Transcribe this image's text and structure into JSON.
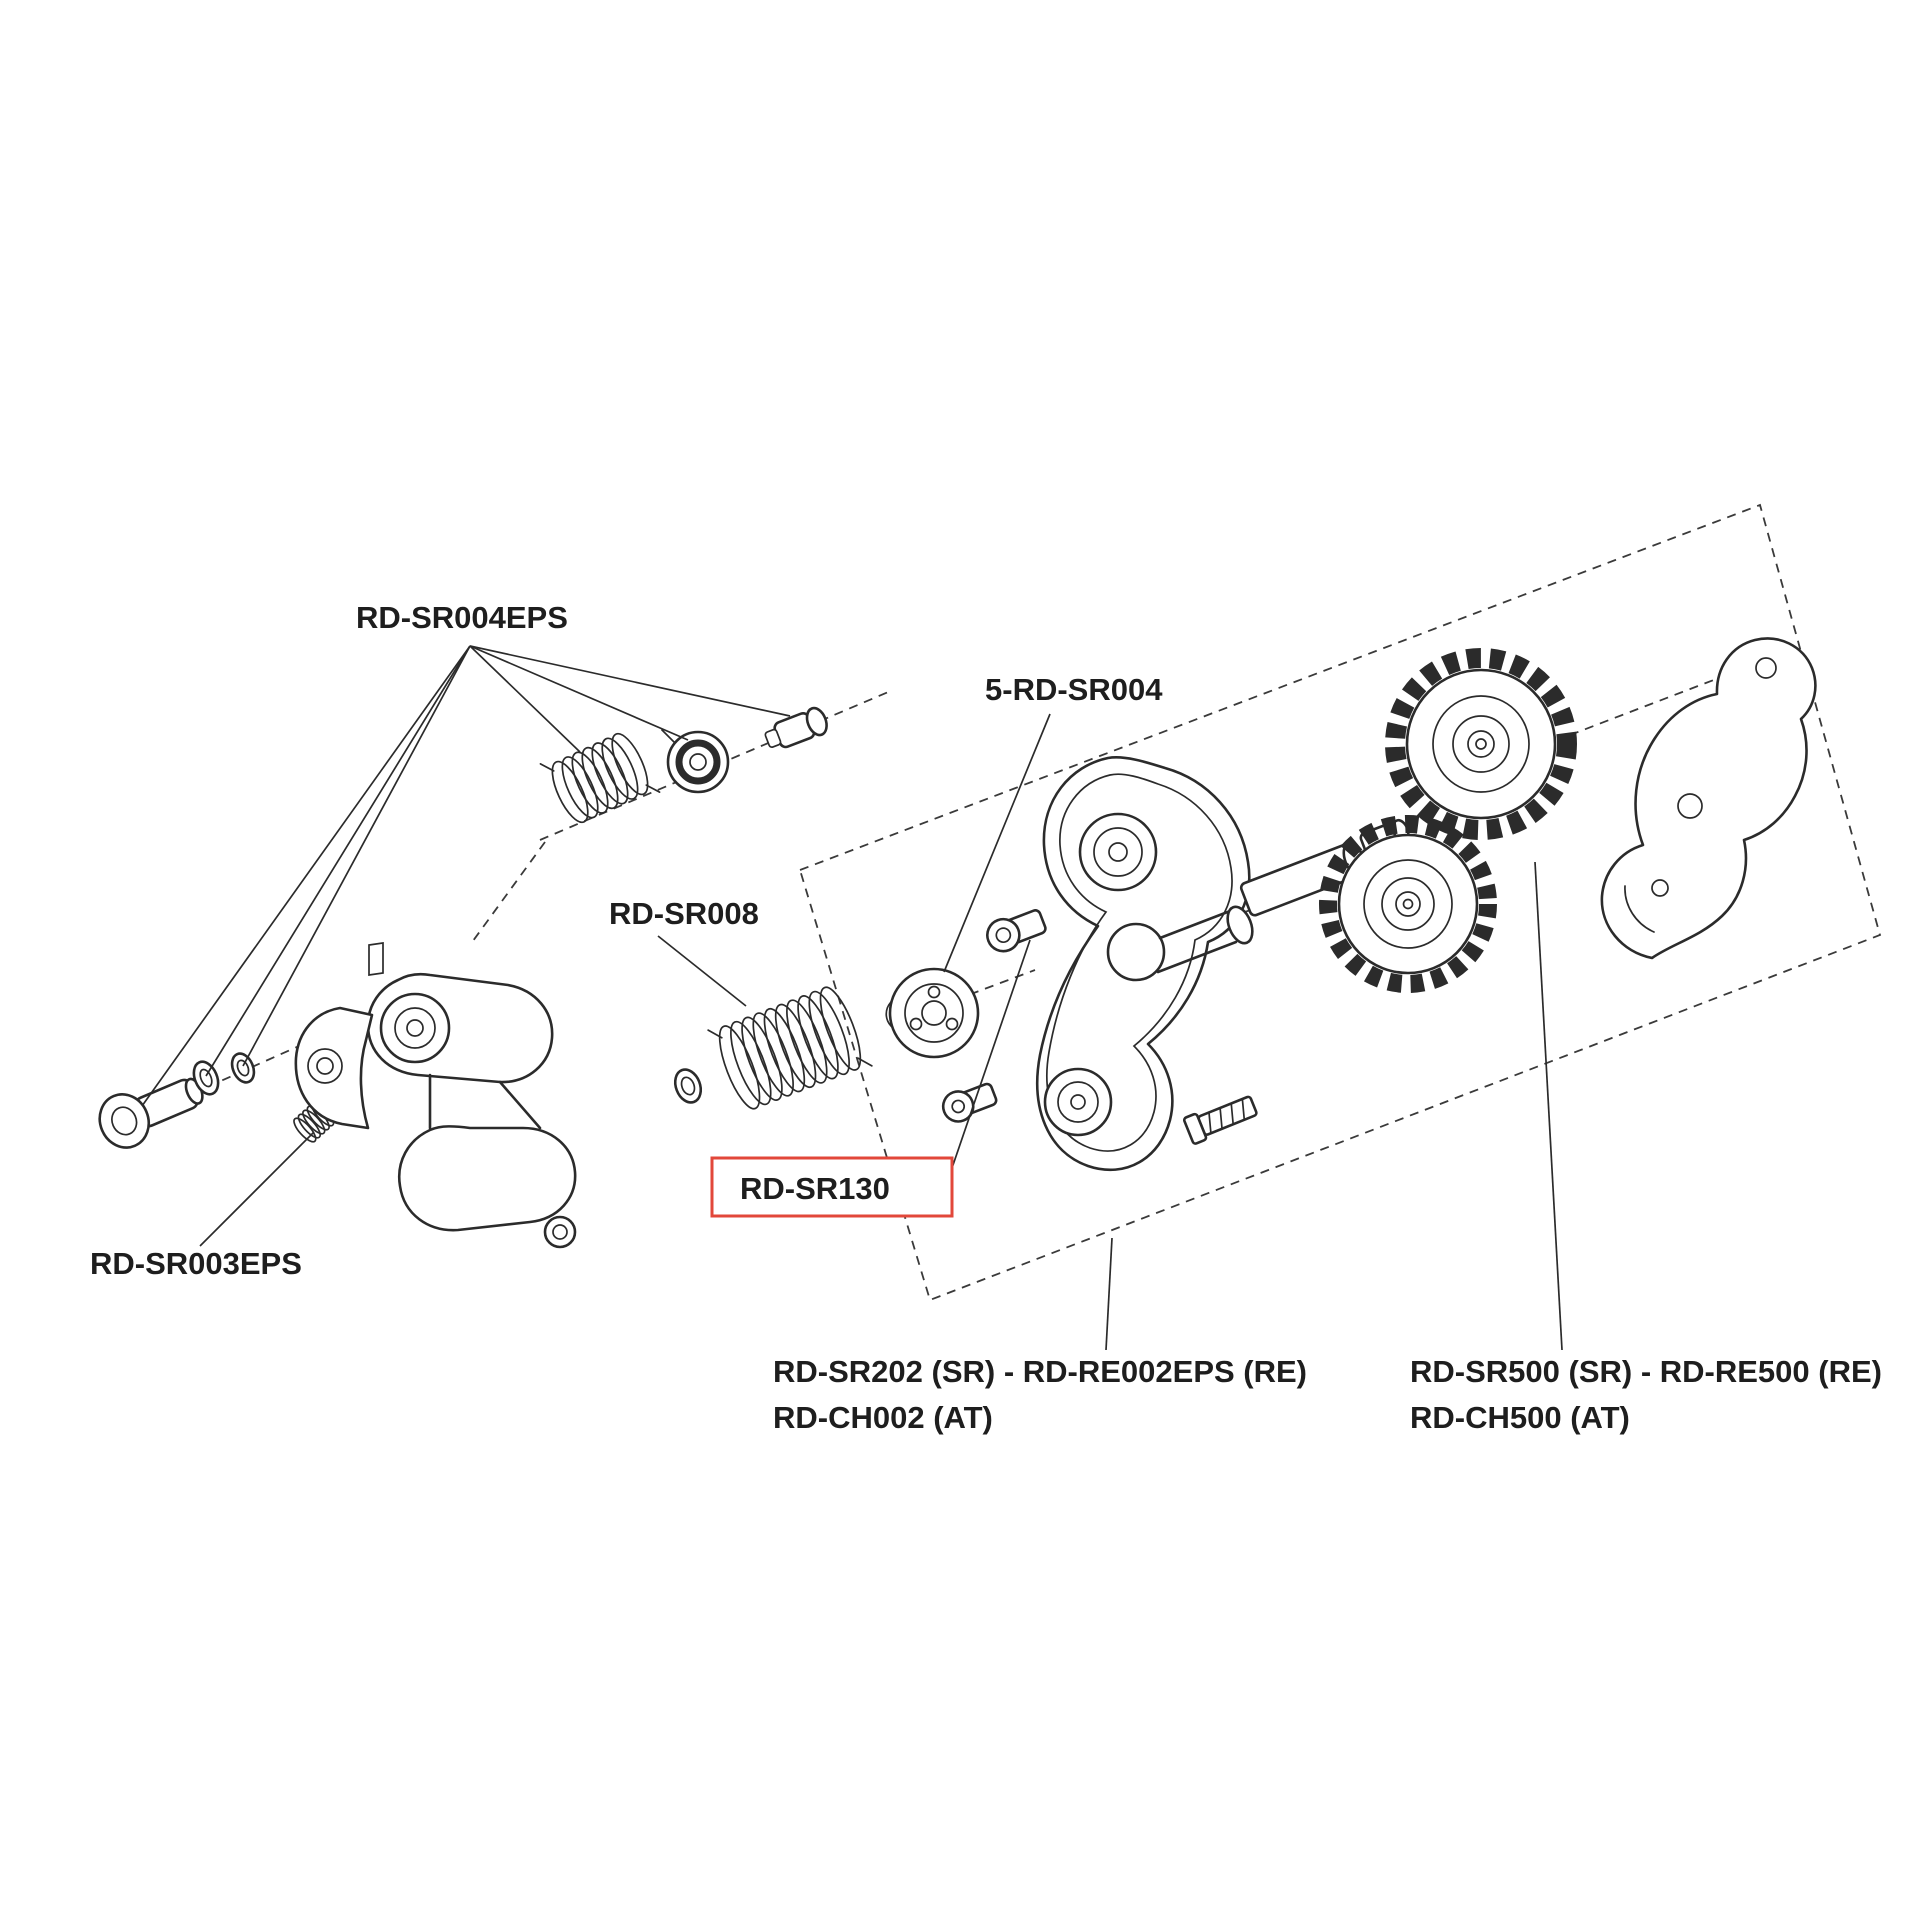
{
  "page": {
    "background": "#ffffff"
  },
  "diagram": {
    "type": "exploded-parts-diagram",
    "subject": "rear derailleur assembly",
    "line_color": "#2b2b2b",
    "highlight_color": "#e2473a",
    "labels": {
      "sr004eps": "RD-SR004EPS",
      "five_sr004": "5-RD-SR004",
      "sr008": "RD-SR008",
      "sr130": "RD-SR130",
      "sr003eps": "RD-SR003EPS",
      "cage_line1": "RD-SR202 (SR) - RD-RE002EPS (RE)",
      "cage_line2": "RD-CH002 (AT)",
      "pulley_line1": "RD-SR500 (SR) - RD-RE500 (RE)",
      "pulley_line2": "RD-CH500 (AT)"
    }
  }
}
